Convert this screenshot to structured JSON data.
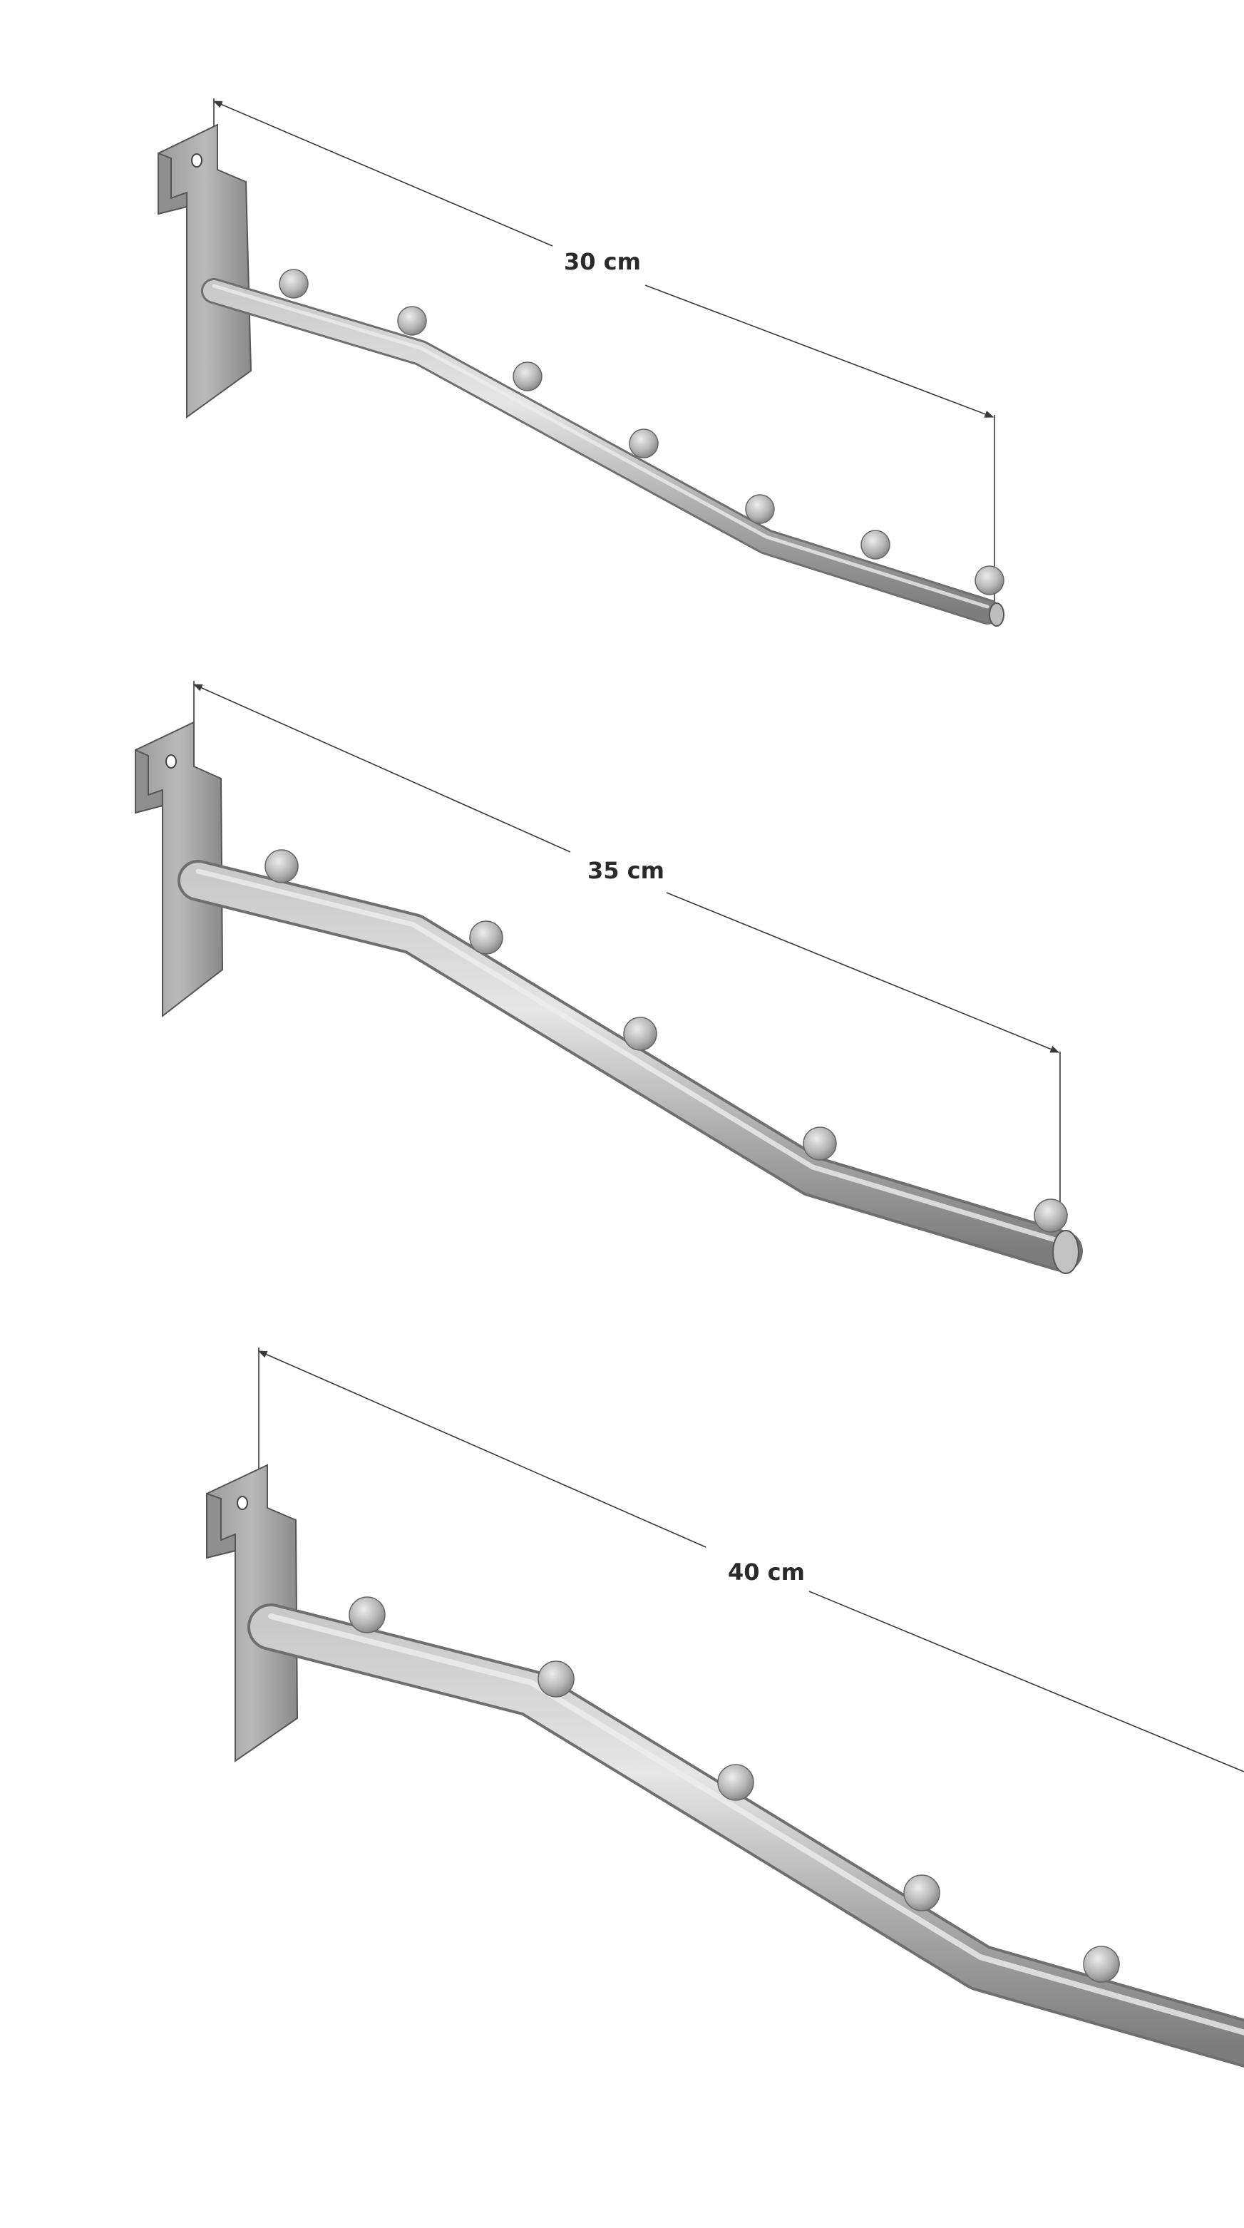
{
  "hooks": [
    {
      "name": "hook-30cm",
      "dimension_label": "30 cm",
      "peg_count": 7
    },
    {
      "name": "hook-35cm",
      "dimension_label": "35 cm",
      "peg_count": 5
    },
    {
      "name": "hook-40cm",
      "dimension_label": "40 cm",
      "peg_count": 5
    }
  ],
  "colors": {
    "background": "#ffffff",
    "metal_light": "#d2d2d2",
    "metal_mid": "#a8a8a8",
    "metal_dark": "#7d7d7d",
    "outline": "#555555",
    "dimension_line": "#3a3a3a"
  }
}
